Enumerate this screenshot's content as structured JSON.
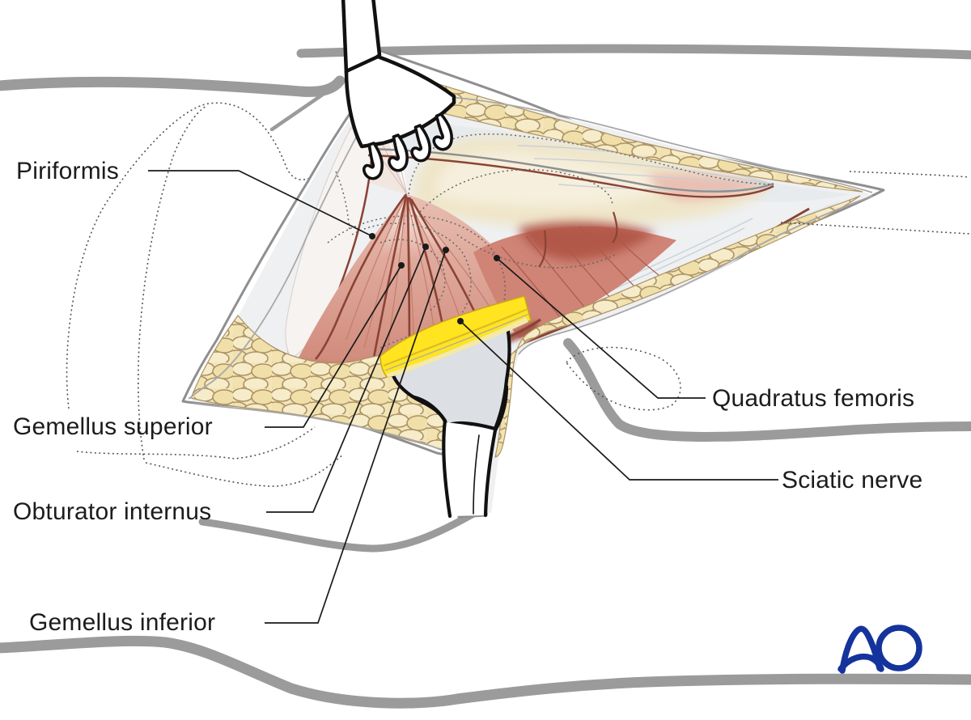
{
  "figure": {
    "type": "anatomical-illustration",
    "subject": "Posterior surgical approach to the hip with retractor, exposed short external rotator muscles and sciatic nerve",
    "labels": [
      {
        "id": "piriformis",
        "text": "Piriformis"
      },
      {
        "id": "gemellus-superior",
        "text": "Gemellus superior"
      },
      {
        "id": "obturator-internus",
        "text": "Obturator internus"
      },
      {
        "id": "gemellus-inferior",
        "text": "Gemellus inferior"
      },
      {
        "id": "quadratus-femoris",
        "text": "Quadratus femoris"
      },
      {
        "id": "sciatic-nerve",
        "text": "Sciatic nerve"
      }
    ],
    "logo": {
      "text": "AO",
      "color": "#15339d"
    },
    "colors": {
      "label_text": "#1c1c1c",
      "contour_gray": "#9b9b9b",
      "skin_line": "#8f8f8f",
      "fat": "#f3e5b8",
      "fat_outline": "#ab9265",
      "fascia": "#e7ebee",
      "capsule_cream": "#efe6ca",
      "muscle_pink": "#dca193",
      "muscle_deep_red": "#a35647",
      "muscle_edge_maroon": "#8a4335",
      "nerve_yellow": "#ffe41f",
      "pocket_gray": "#dcdfe3",
      "outline_black": "#111111"
    }
  }
}
